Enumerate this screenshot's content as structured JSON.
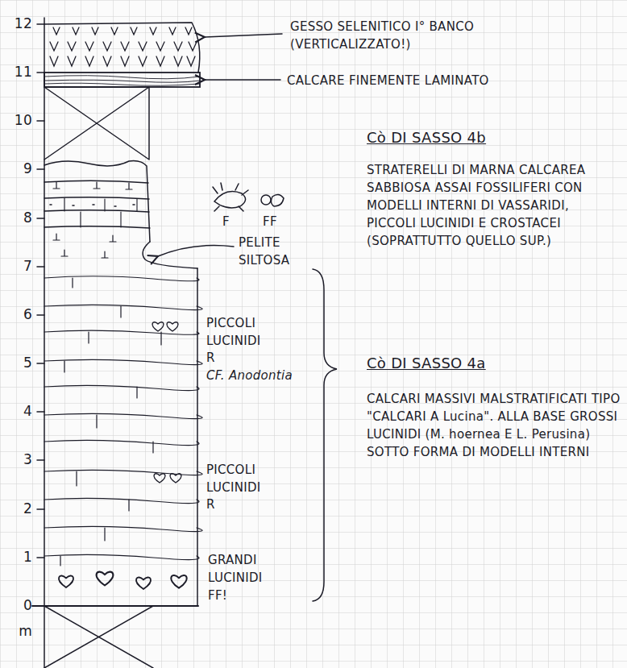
{
  "diagram": {
    "labels": [
      "12",
      "11",
      "10",
      "9",
      "8",
      "7",
      "6",
      "5",
      "4",
      "3",
      "2",
      "1",
      "0",
      "m",
      "GESSO SELENITICO I° BANCO (VERTICALIZZATO!)",
      "CALCARE FINEMENTE LAMINATO",
      "Cò DI SASSO 4b",
      "STRATERELLI DI MARNA CALCAREA SABBIOSA ASSAI FOSSILIFERI CON MODELLI INTERNI DI VASSARIDI, PICCOLI LUCINIDI E CROSTACEI (SOPRATTUTTO QUELLO SUP.)",
      "F",
      "FF",
      "PELITE SILTOSA",
      "PICCOLI LUCINIDI",
      "R",
      "CF. Anodontia",
      "Cò DI SASSO 4a",
      "CALCARI MASSIVI MALSTRATIFICATI TIPO \"CALCARI A Lucina\". ALLA BASE GROSSI LUCINIDI (M. hoernea E L. Perusina) SOTTO FORMA DI MODELLI INTERNI",
      "PICCOLI LUCINIDI",
      "R",
      "GRANDI LUCINIDI",
      "FF!"
    ]
  }
}
